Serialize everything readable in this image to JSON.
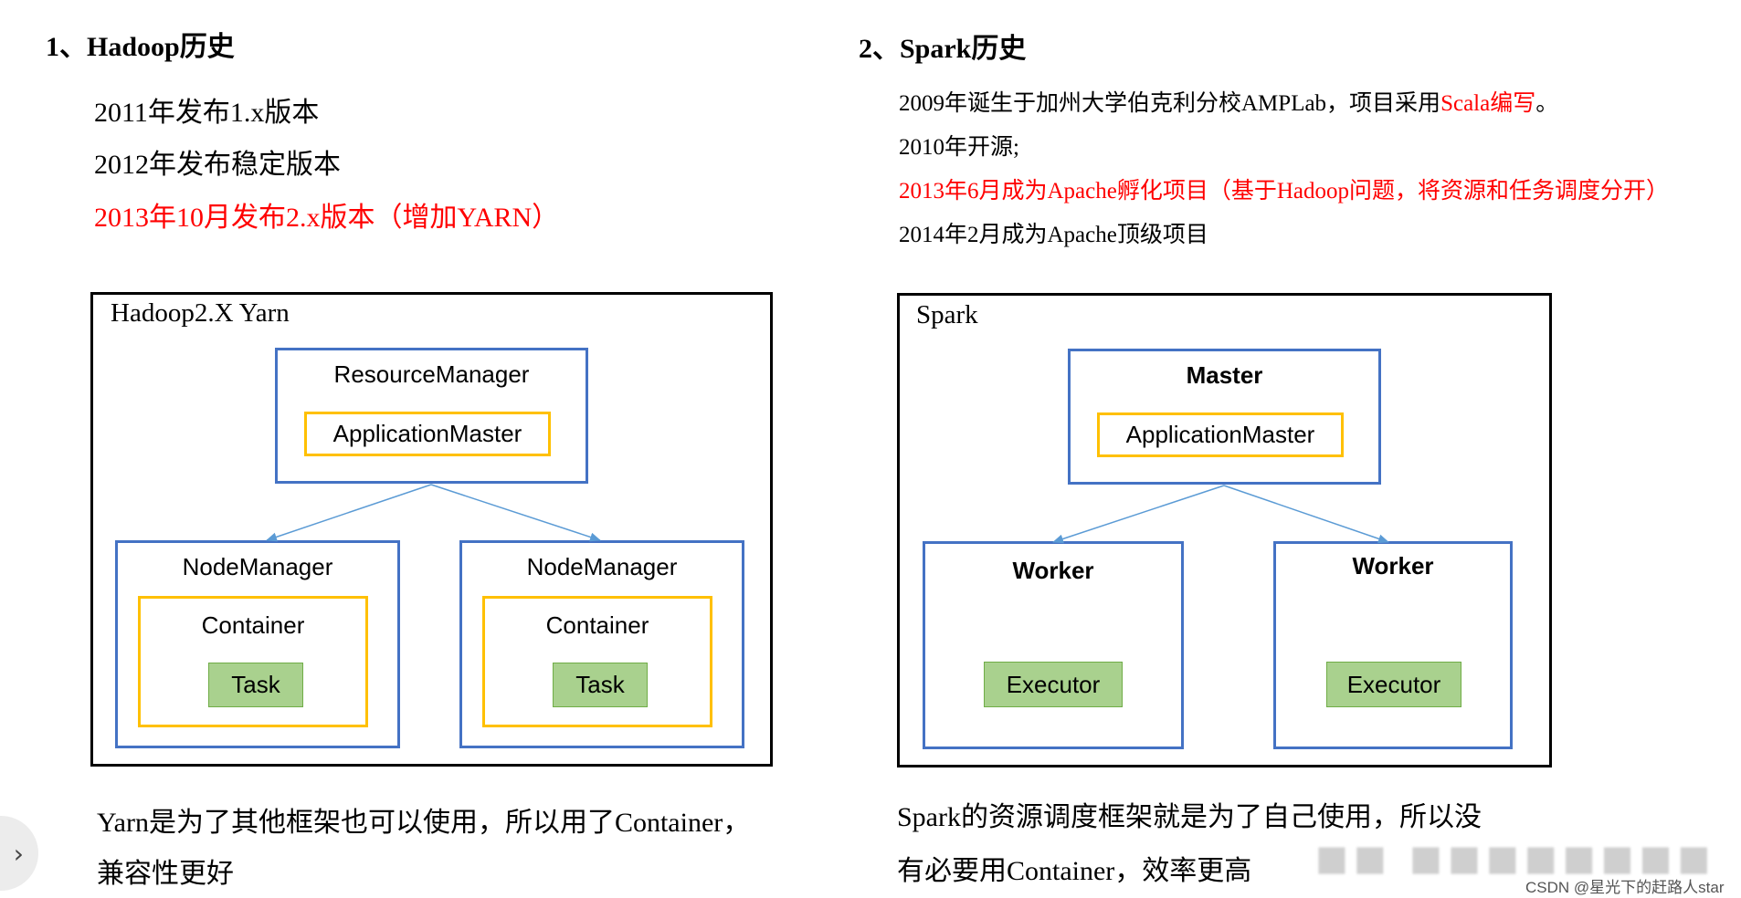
{
  "left": {
    "heading": "1、Hadoop历史",
    "history": [
      {
        "text": "2011年发布1.x版本",
        "color": "#000000"
      },
      {
        "text": "2012年发布稳定版本",
        "color": "#000000"
      },
      {
        "text": "2013年10月发布2.x版本（增加YARN）",
        "color": "#ff0000"
      }
    ],
    "diagram": {
      "title": "Hadoop2.X Yarn",
      "resource_manager": "ResourceManager",
      "application_master": "ApplicationMaster",
      "node_managers": [
        {
          "label": "NodeManager",
          "container": "Container",
          "task": "Task"
        },
        {
          "label": "NodeManager",
          "container": "Container",
          "task": "Task"
        }
      ]
    },
    "note_line1": "Yarn是为了其他框架也可以使用，所以用了Container，",
    "note_line2": "兼容性更好"
  },
  "right": {
    "heading": "2、Spark历史",
    "history_1_prefix": "2009年诞生于加州大学伯克利分校AMPLab，项目采用",
    "history_1_highlight": "Scala编写",
    "history_1_suffix": "。",
    "history_2": "2010年开源;",
    "history_3": "2013年6月成为Apache孵化项目（基于Hadoop问题，将资源和任务调度分开）",
    "history_4": "2014年2月成为Apache顶级项目",
    "diagram": {
      "title": "Spark",
      "master": "Master",
      "application_master": "ApplicationMaster",
      "workers": [
        {
          "label": "Worker",
          "executor": "Executor"
        },
        {
          "label": "Worker",
          "executor": "Executor"
        }
      ]
    },
    "note_line1": "Spark的资源调度框架就是为了自己使用，所以没",
    "note_line2": "有必要用Container，效率更高"
  },
  "nav": {
    "next_icon": "chevron-right-icon",
    "glyph": "›"
  },
  "watermark": "CSDN @星光下的赶路人star",
  "colors": {
    "red": "#ff0000",
    "blue_border": "#4472c4",
    "yellow_border": "#ffc000",
    "green_fill": "#a9d18e",
    "arrow": "#5b9bd5"
  }
}
